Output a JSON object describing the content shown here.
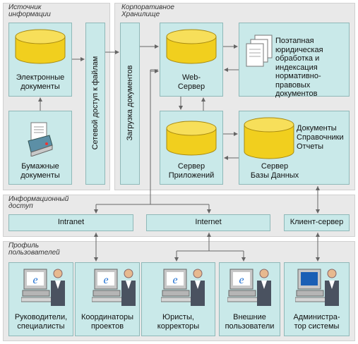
{
  "regions": {
    "sources": "Источник\nинформации",
    "storage": "Корпоративное\nХранилище",
    "access": "Информационный\nдоступ",
    "profile": "Профиль\nпользователей"
  },
  "boxes": {
    "electronic_docs": "Электронные\nдокументы",
    "paper_docs": "Бумажные\nдокументы",
    "network_access": "Сетевой доступ к файлам",
    "doc_upload": "Загрузка документов",
    "web_server": "Web-\nСервер",
    "processing": "Поэтапная\nюридическая\nобработка и\nиндексация\nнормативно-правовых\nдокументов",
    "app_server": "Сервер\nПриложений",
    "db_server": "Сервер\nБазы Данных",
    "db_outputs": "Документы\nСправочники\nОтчеты"
  },
  "access": {
    "intranet": "Intranet",
    "internet": "Internet",
    "client_server": "Клиент-сервер"
  },
  "users": [
    {
      "label": "Руководители,\nспециалисты"
    },
    {
      "label": "Координаторы\nпроектов"
    },
    {
      "label": "Юристы,\nкорректоры"
    },
    {
      "label": "Внешние\nпользователи"
    },
    {
      "label": "Администра-\nтор системы"
    }
  ],
  "colors": {
    "box": "#c9e9e9",
    "cylinder": "#f1cf1e",
    "region": "#e9e9e9",
    "arrow": "#666666"
  },
  "icons": [
    "database-cylinder-icon",
    "scanner-icon",
    "documents-stack-icon",
    "user-computer-icon",
    "admin-computer-icon"
  ]
}
